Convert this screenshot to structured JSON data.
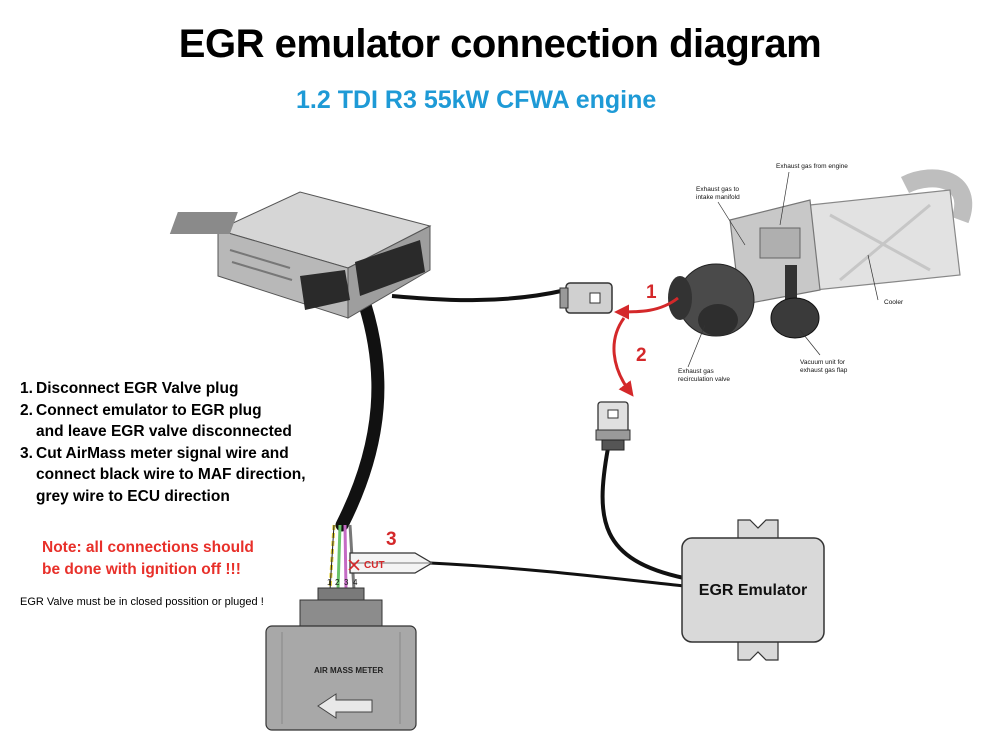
{
  "title": "EGR emulator connection diagram",
  "subtitle": "1.2 TDI R3 55kW CFWA engine",
  "colors": {
    "accent_blue": "#1E9AD6",
    "note_red": "#E8302A",
    "arrow_red": "#D4282A",
    "emulator_fill": "#D9D9D9"
  },
  "instructions": [
    {
      "num": "1.",
      "lines": [
        "Disconnect EGR Valve plug"
      ]
    },
    {
      "num": "2.",
      "lines": [
        "Connect emulator to EGR plug",
        "and leave EGR valve disconnected"
      ]
    },
    {
      "num": "3.",
      "lines": [
        "Cut AirMass meter signal wire and",
        "connect black wire to MAF direction,",
        "grey wire to ECU direction"
      ]
    }
  ],
  "note": [
    "Note: all connections should",
    "be done with ignition off !!!"
  ],
  "footnote": "EGR Valve must be in closed possition or pluged !",
  "arrows": {
    "step1": "1",
    "step2": "2",
    "step3": "3"
  },
  "cut_label": "CUT",
  "pin_labels": [
    "1",
    "2",
    "3",
    "4"
  ],
  "emulator_label": "EGR Emulator",
  "maf_label": "AIR MASS METER",
  "egr_callouts": {
    "exhaust_from_engine": "Exhaust gas from engine",
    "exhaust_to_intake": [
      "Exhaust gas to",
      "intake manifold"
    ],
    "cooler": "Cooler",
    "recirc_valve": [
      "Exhaust gas",
      "recirculation valve"
    ],
    "vacuum_unit": [
      "Vacuum unit for",
      "exhaust gas flap"
    ]
  },
  "icons": [
    "ecu-unit-icon",
    "egr-module-icon",
    "egr-plug-icon",
    "emulator-plug-icon",
    "air-mass-meter-icon",
    "cut-x-icon",
    "flow-arrow-icon"
  ]
}
